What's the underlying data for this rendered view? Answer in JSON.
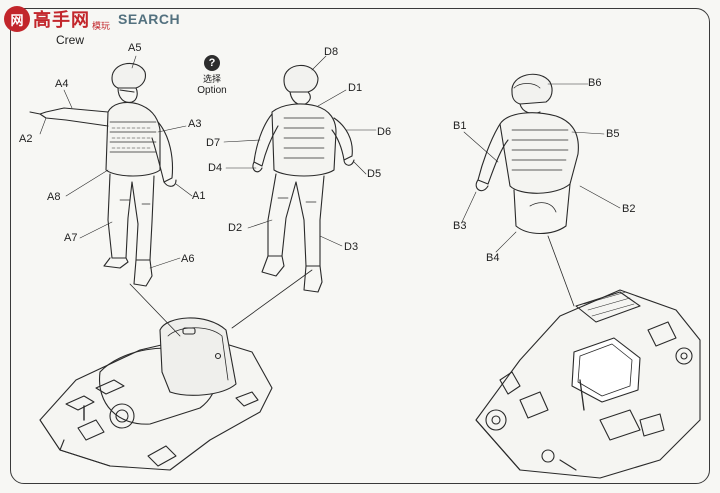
{
  "watermark": {
    "logo_text": "网",
    "cn_text": "高手网",
    "cn_small": "模玩",
    "search_text": "SEARCH"
  },
  "section": {
    "title": "Crew"
  },
  "option": {
    "badge": "?",
    "label_cn": "选择",
    "label_en": "Option"
  },
  "figure_a_labels": [
    "A5",
    "A4",
    "A3",
    "A2",
    "A8",
    "A1",
    "A7",
    "A6"
  ],
  "figure_d_labels": [
    "D8",
    "D1",
    "D6",
    "D7",
    "D4",
    "D5",
    "D2",
    "D3"
  ],
  "figure_b_labels": [
    "B6",
    "B1",
    "B5",
    "B3",
    "B2",
    "B4"
  ]
}
